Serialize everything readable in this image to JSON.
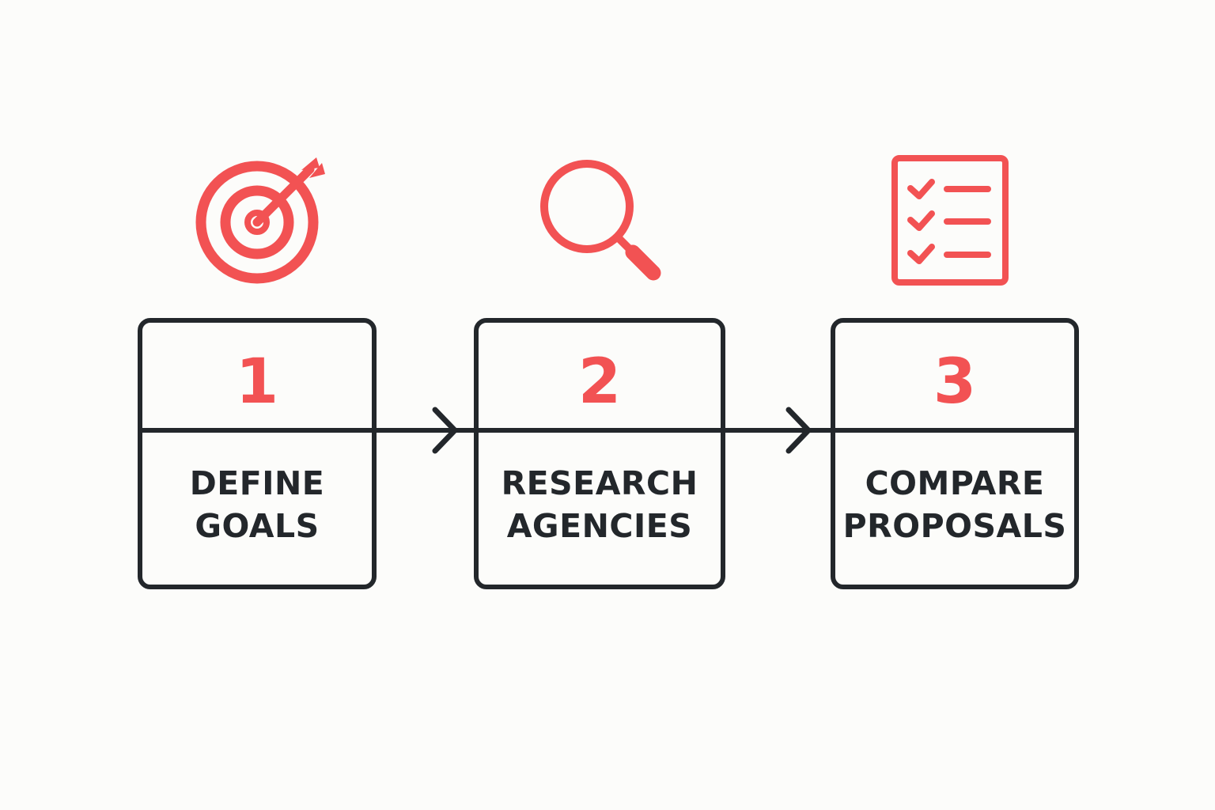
{
  "colors": {
    "accent": "#f25253",
    "ink": "#23272b",
    "background": "#fcfcfa"
  },
  "steps": [
    {
      "number": "1",
      "label_lines": [
        "DEFINE",
        "GOALS"
      ],
      "icon": "target-icon"
    },
    {
      "number": "2",
      "label_lines": [
        "RESEARCH",
        "AGENCIES"
      ],
      "icon": "magnifier-icon"
    },
    {
      "number": "3",
      "label_lines": [
        "COMPARE",
        "PROPOSALS"
      ],
      "icon": "checklist-icon"
    }
  ]
}
